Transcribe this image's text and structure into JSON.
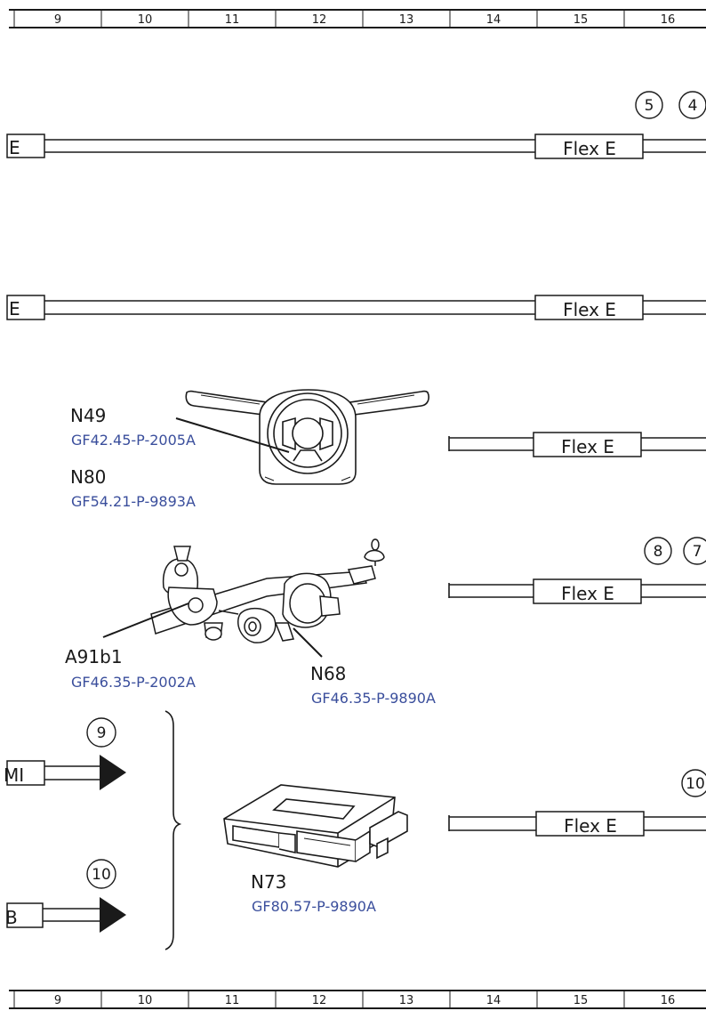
{
  "ruler": {
    "columns": [
      "9",
      "10",
      "11",
      "12",
      "13",
      "14",
      "15",
      "16"
    ]
  },
  "connectors": [
    {
      "left_label": "E",
      "right_label": "Flex E"
    },
    {
      "left_label": "E",
      "right_label": "Flex E"
    },
    {
      "right_label": "Flex E"
    },
    {
      "right_label": "Flex E"
    },
    {
      "right_label": "Flex E"
    },
    {
      "left_label": "MI"
    },
    {
      "left_label": "B"
    }
  ],
  "circles": [
    "5",
    "4",
    "8",
    "7",
    "9",
    "10",
    "10"
  ],
  "components": [
    {
      "code": "N49",
      "ref": "GF42.45-P-2005A"
    },
    {
      "code": "N80",
      "ref": "GF54.21-P-9893A"
    },
    {
      "code": "A91b1",
      "ref": "GF46.35-P-2002A"
    },
    {
      "code": "N68",
      "ref": "GF46.35-P-9890A"
    },
    {
      "code": "N73",
      "ref": "GF80.57-P-9890A"
    }
  ],
  "colors": {
    "line": "#1a1a1a",
    "ref_text": "#3a4e9c",
    "background": "#ffffff"
  }
}
